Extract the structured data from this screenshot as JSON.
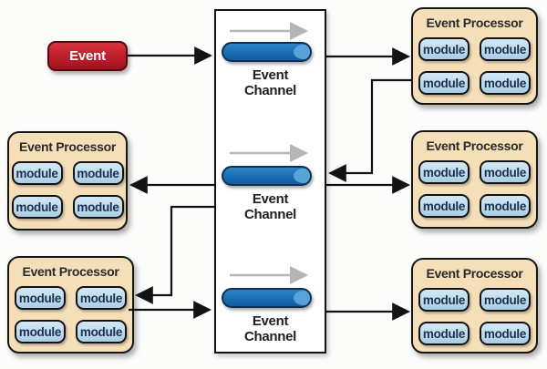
{
  "event_source": {
    "label": "Event"
  },
  "channels": [
    {
      "label_lines": [
        "Event",
        "Channel"
      ]
    },
    {
      "label_lines": [
        "Event",
        "Channel"
      ]
    },
    {
      "label_lines": [
        "Event",
        "Channel"
      ]
    }
  ],
  "processors": [
    {
      "position": "top-right",
      "title": "Event Processor",
      "modules": [
        "module",
        "module",
        "module",
        "module"
      ]
    },
    {
      "position": "middle-left",
      "title": "Event Processor",
      "modules": [
        "module",
        "module",
        "module",
        "module"
      ]
    },
    {
      "position": "middle-right",
      "title": "Event Processor",
      "modules": [
        "module",
        "module",
        "module",
        "module"
      ]
    },
    {
      "position": "bottom-left",
      "title": "Event Processor",
      "modules": [
        "module",
        "module",
        "module",
        "module"
      ]
    },
    {
      "position": "bottom-right",
      "title": "Event Processor",
      "modules": [
        "module",
        "module",
        "module",
        "module"
      ]
    }
  ],
  "connections": [
    {
      "from": "event",
      "to": "event-channel-1"
    },
    {
      "from": "event-channel-1",
      "to": "processor-top-right"
    },
    {
      "from": "processor-top-right",
      "to": "event-channel-2"
    },
    {
      "from": "event-channel-2",
      "to": "processor-middle-right"
    },
    {
      "from": "event-channel-2",
      "to": "processor-middle-left"
    },
    {
      "from": "event-channel-2",
      "to": "processor-bottom-left"
    },
    {
      "from": "processor-bottom-left",
      "to": "event-channel-3"
    },
    {
      "from": "event-channel-3",
      "to": "processor-bottom-right"
    }
  ],
  "colors": {
    "event_red": "#c2212e",
    "channel_blue": "#1d72b9",
    "processor_fill": "#f5dfb9",
    "module_fill": "#bedbec",
    "flow_arrow_gray": "#b5b5b5",
    "connector_black": "#131313"
  }
}
